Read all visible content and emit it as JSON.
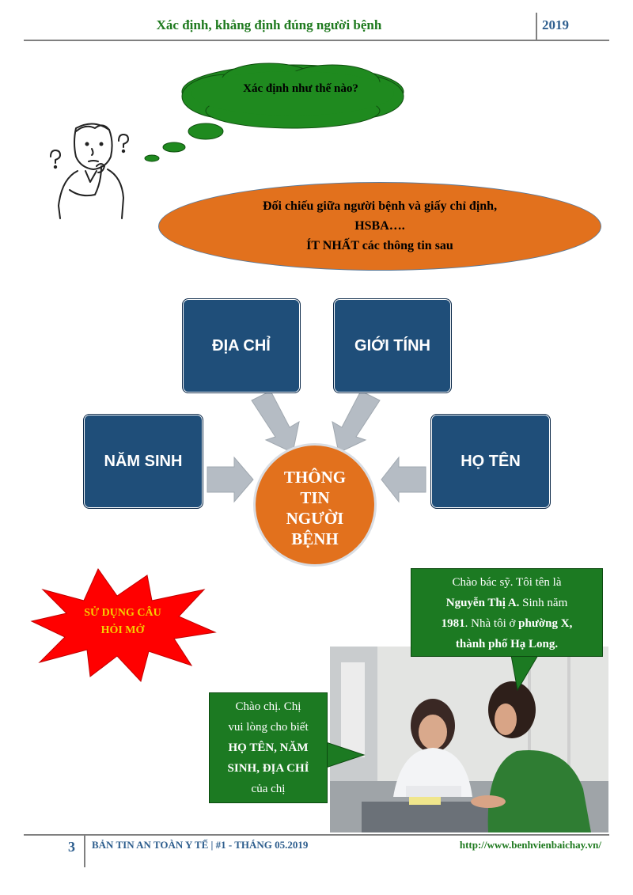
{
  "header": {
    "title": "Xác định, khẳng định đúng người bệnh",
    "year": "2019"
  },
  "cloud": {
    "text": "Xác định như thế nào?"
  },
  "ellipse": {
    "line1": "Đối chiếu giữa người bệnh và giấy chỉ định,",
    "line2": "HSBA….",
    "line3": "ÍT NHẤT các thông tin sau"
  },
  "diagram": {
    "center_line1": "THÔNG",
    "center_line2": "TIN",
    "center_line3": "NGƯỜI",
    "center_line4": "BỆNH",
    "box_diachi": "ĐỊA CHỈ",
    "box_gioitinh": "GIỚI TÍNH",
    "box_namsinh": "NĂM SINH",
    "box_hoten": "HỌ TÊN"
  },
  "burst": {
    "line1": "SỬ DỤNG CÂU",
    "line2": "HỎI MỞ"
  },
  "callout_right": {
    "t1": "Chào bác sỹ. Tôi tên là",
    "t2_bold": "Nguyễn Thị A.",
    "t2_rest": " Sinh năm",
    "t3_bold": "1981",
    "t3_rest": ". Nhà tôi ở ",
    "t3_bold2": "phường X,",
    "t4_bold": "thành phố Hạ Long."
  },
  "callout_left": {
    "t1": "Chào chị. Chị",
    "t2": "vui lòng cho biết",
    "t3_bold": "HỌ TÊN, NĂM",
    "t4_bold": "SINH, ĐỊA CHỈ",
    "t5": "của chị"
  },
  "footer": {
    "page": "3",
    "title": "BẢN TIN AN TOÀN Y TẾ | #1 - THÁNG 05.2019",
    "url": "http://www.benhvienbaichay.vn/"
  },
  "colors": {
    "box_blue": "#1f4e79",
    "orange": "#e2711d",
    "green": "#1c7a22",
    "burst_red": "#ff0000",
    "burst_text": "#f5d000"
  }
}
